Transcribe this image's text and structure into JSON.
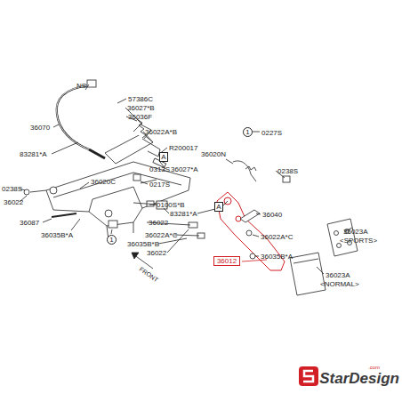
{
  "diagram": {
    "nodes": [
      {
        "text": [
          "A"
        ]
      },
      {
        "text": [
          "A"
        ]
      },
      {
        "text": [
          "1"
        ]
      },
      {
        "text": [
          "1"
        ]
      },
      {
        "text": [
          "36012"
        ]
      }
    ],
    "labels": [
      "NS",
      "57386C",
      "36027*B",
      "36036F",
      "36070",
      "36022A*B",
      "83281*A",
      "R200017",
      "0313S",
      "36027*A",
      "0238S",
      "36020C",
      "0217S",
      "36022",
      "0100S*B",
      "83281*A",
      "36087",
      "36035B*A",
      "36022",
      "36022A*C",
      "36035B*B",
      "36022",
      "FRONT",
      "0227S",
      "36020N",
      "0238S",
      "36040",
      "36022A*C",
      "36035B*A",
      "36023A",
      "<SPORTS>",
      "36023A",
      "<NORMAL>",
      ".com",
      "StarDesign"
    ]
  }
}
